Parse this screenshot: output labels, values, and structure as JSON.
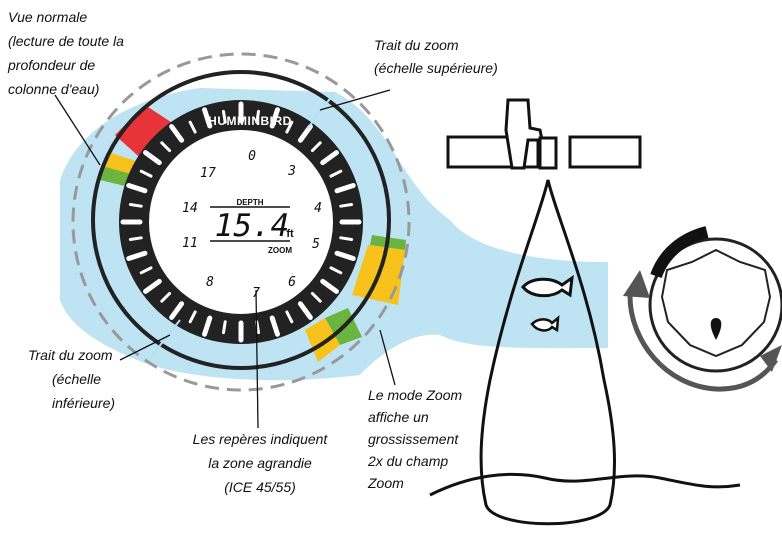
{
  "labels": {
    "normal_view": [
      "Vue normale",
      "(lecture de toute la",
      "profondeur de",
      "colonne d'eau)"
    ],
    "zoom_upper": [
      "Trait du zoom",
      "(échelle supérieure)"
    ],
    "zoom_lower": [
      "Trait du zoom",
      "(échelle",
      "inférieure)"
    ],
    "markers": [
      "Les repères indiquent",
      "la zone agrandie",
      "(ICE 45/55)"
    ],
    "zoom_mode": [
      "Le mode Zoom",
      "affiche un",
      "grossissement",
      "2x du champ",
      "Zoom"
    ]
  },
  "gauge": {
    "brand": "HUMMINBIRD",
    "depth_label": "DEPTH",
    "depth_value": "15.4",
    "depth_unit": "ft",
    "zoom_label": "ZOOM",
    "dial_numbers": [
      "0",
      "3",
      "4",
      "5",
      "6",
      "7",
      "8",
      "11",
      "14",
      "17"
    ]
  },
  "colors": {
    "red": "#e8333a",
    "yellow": "#f7c21b",
    "green": "#6ab43f",
    "water": "#b7e1f2",
    "ring": "#222222"
  }
}
